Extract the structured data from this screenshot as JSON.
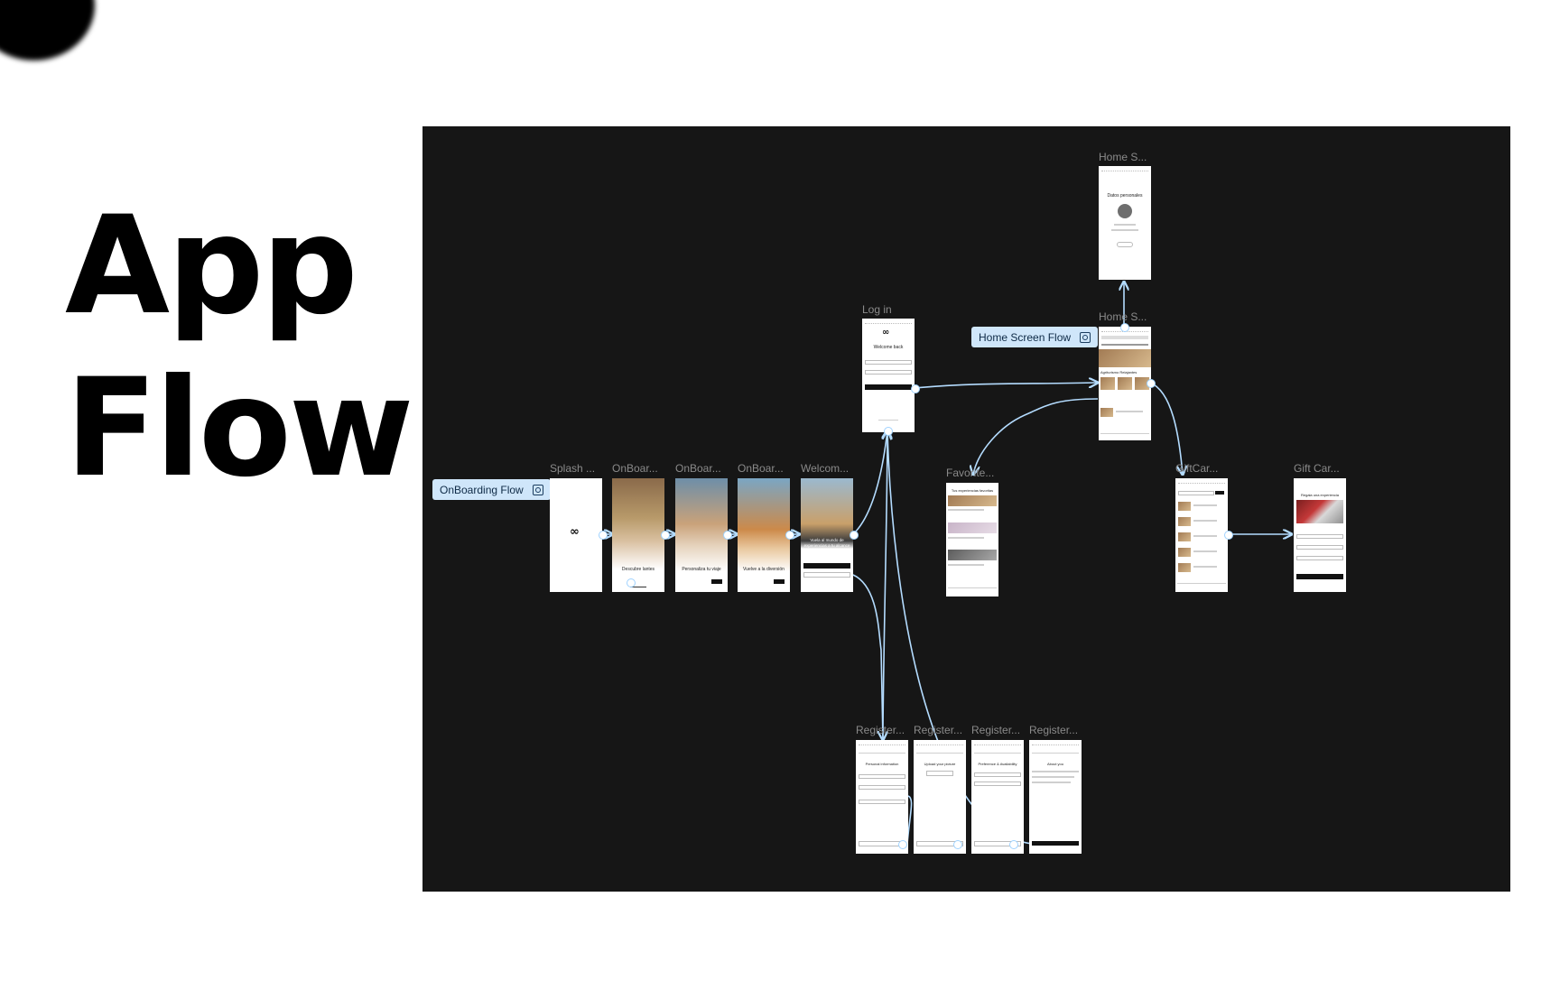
{
  "title": {
    "line1": "App",
    "line2": "Flow"
  },
  "colors": {
    "canvas": "#161616",
    "connector": "#b4dcff",
    "tag_bg": "#cfe6fa",
    "tag_text": "#0e2a46",
    "frame_label": "#8a8a8a"
  },
  "sections": {
    "onboarding": {
      "label": "OnBoarding Flow",
      "icon": "flow-frame-icon"
    },
    "home": {
      "label": "Home Screen Flow",
      "icon": "flow-frame-icon"
    }
  },
  "frames": {
    "home_profile": {
      "label": "Home S...",
      "heading": "Datos personales"
    },
    "home_main": {
      "label": "Home S...",
      "section_title": "Agriturismo Relajantes"
    },
    "login": {
      "label": "Log in",
      "heading": "Welcome back"
    },
    "splash": {
      "label": "Splash ..."
    },
    "onboard1": {
      "label": "OnBoar...",
      "caption": "Descubre lantes"
    },
    "onboard2": {
      "label": "OnBoar...",
      "caption": "Personaliza tu viaje"
    },
    "onboard3": {
      "label": "OnBoar...",
      "caption": "Vuelve a la diversión"
    },
    "welcome": {
      "label": "Welcom...",
      "caption": "Vuela al mundo de experiencias a tu alcance"
    },
    "favorites": {
      "label": "Favorite...",
      "heading": "Tus experiencias favoritas"
    },
    "giftcards": {
      "label": "GiftCar..."
    },
    "giftcard_detail": {
      "label": "Gift Car...",
      "heading": "Regala una experiencia"
    },
    "register1": {
      "label": "Register...",
      "heading": "Personal information"
    },
    "register2": {
      "label": "Register...",
      "heading": "Upload your picture"
    },
    "register3": {
      "label": "Register...",
      "heading": "Preference & Availability"
    },
    "register4": {
      "label": "Register...",
      "heading": "About you"
    }
  }
}
